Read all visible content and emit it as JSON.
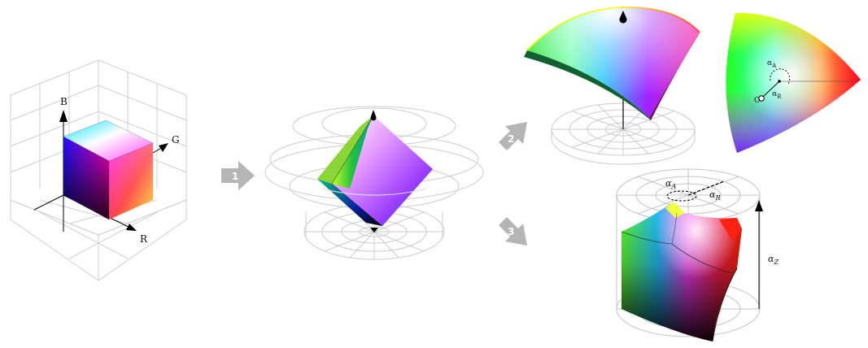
{
  "rgb_cube": {
    "axis_b": "B",
    "axis_g": "G",
    "axis_r": "R"
  },
  "steps": {
    "step1": "1",
    "step2": "2",
    "step3": "3"
  },
  "polar_disk": {
    "alpha": "α",
    "alpha_sub": "A",
    "radius": "α",
    "radius_sub": "R",
    "origin": "O"
  },
  "cylinder": {
    "alpha_a": "α",
    "alpha_a_sub": "A",
    "alpha_r": "α",
    "alpha_r_sub": "R",
    "alpha_z": "α",
    "alpha_z_sub": "Z"
  },
  "colors": {
    "step_arrow": "#b5b5b5",
    "grid": "#c8c8c8",
    "ink": "#000000"
  }
}
